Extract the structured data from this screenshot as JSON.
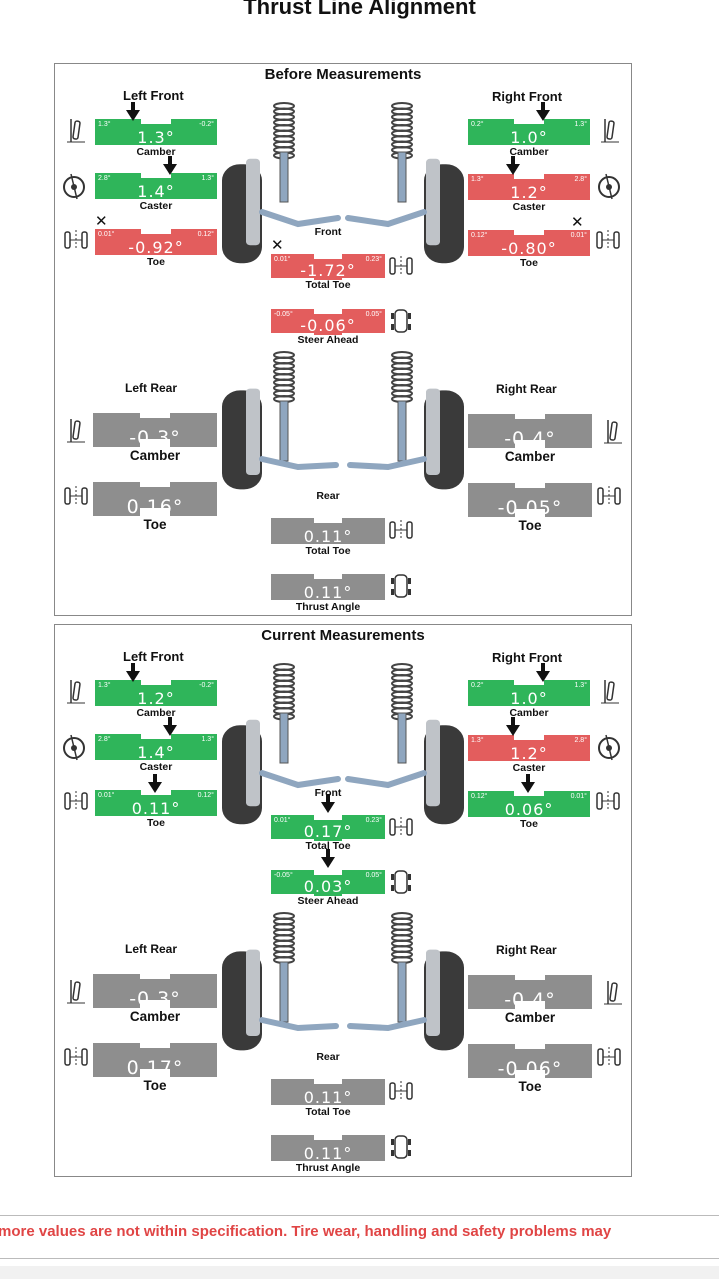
{
  "title": "Thrust Line Alignment",
  "footer_text": "more values are not within specification.  Tire wear, handling and safety problems may",
  "colors": {
    "green": "#2fb55a",
    "red": "#e35d5d",
    "gray": "#8e8e8e"
  },
  "before": {
    "title": "Before Measurements",
    "left_front": "Left Front",
    "right_front": "Right Front",
    "left_rear": "Left Rear",
    "right_rear": "Right Rear",
    "front_label": "Front",
    "rear_label": "Rear",
    "lf_camber": {
      "value": "1.3°",
      "min": "1.3°",
      "max": "-0.2°",
      "label": "Camber",
      "status": "green"
    },
    "lf_caster": {
      "value": "1.4°",
      "min": "2.8°",
      "max": "1.3°",
      "label": "Caster",
      "status": "green"
    },
    "lf_toe": {
      "value": "-0.92°",
      "min": "0.01°",
      "max": "0.12°",
      "label": "Toe",
      "status": "red"
    },
    "rf_camber": {
      "value": "1.0°",
      "min": "0.2°",
      "max": "1.3°",
      "label": "Camber",
      "status": "green"
    },
    "rf_caster": {
      "value": "1.2°",
      "min": "1.3°",
      "max": "2.8°",
      "label": "Caster",
      "status": "red"
    },
    "rf_toe": {
      "value": "-0.80°",
      "min": "0.12°",
      "max": "0.01°",
      "label": "Toe",
      "status": "red"
    },
    "total_toe_front": {
      "value": "-1.72°",
      "min": "0.01°",
      "max": "0.23°",
      "label": "Total Toe",
      "status": "red"
    },
    "steer_ahead": {
      "value": "-0.06°",
      "min": "-0.05°",
      "max": "0.05°",
      "label": "Steer Ahead",
      "status": "red"
    },
    "lr_camber": {
      "value": "-0.3°",
      "label": "Camber",
      "status": "gray"
    },
    "lr_toe": {
      "value": "0.16°",
      "label": "Toe",
      "status": "gray"
    },
    "rr_camber": {
      "value": "-0.4°",
      "label": "Camber",
      "status": "gray"
    },
    "rr_toe": {
      "value": "-0.05°",
      "label": "Toe",
      "status": "gray"
    },
    "total_toe_rear": {
      "value": "0.11°",
      "label": "Total Toe",
      "status": "gray"
    },
    "thrust_angle": {
      "value": "0.11°",
      "label": "Thrust Angle",
      "status": "gray"
    }
  },
  "current": {
    "title": "Current Measurements",
    "left_front": "Left Front",
    "right_front": "Right Front",
    "left_rear": "Left Rear",
    "right_rear": "Right Rear",
    "front_label": "Front",
    "rear_label": "Rear",
    "lf_camber": {
      "value": "1.2°",
      "min": "1.3°",
      "max": "-0.2°",
      "label": "Camber",
      "status": "green"
    },
    "lf_caster": {
      "value": "1.4°",
      "min": "2.8°",
      "max": "1.3°",
      "label": "Caster",
      "status": "green"
    },
    "lf_toe": {
      "value": "0.11°",
      "min": "0.01°",
      "max": "0.12°",
      "label": "Toe",
      "status": "green"
    },
    "rf_camber": {
      "value": "1.0°",
      "min": "0.2°",
      "max": "1.3°",
      "label": "Camber",
      "status": "green"
    },
    "rf_caster": {
      "value": "1.2°",
      "min": "1.3°",
      "max": "2.8°",
      "label": "Caster",
      "status": "red"
    },
    "rf_toe": {
      "value": "0.06°",
      "min": "0.12°",
      "max": "0.01°",
      "label": "Toe",
      "status": "green"
    },
    "total_toe_front": {
      "value": "0.17°",
      "min": "0.01°",
      "max": "0.23°",
      "label": "Total Toe",
      "status": "green"
    },
    "steer_ahead": {
      "value": "0.03°",
      "min": "-0.05°",
      "max": "0.05°",
      "label": "Steer Ahead",
      "status": "green"
    },
    "lr_camber": {
      "value": "-0.3°",
      "label": "Camber",
      "status": "gray"
    },
    "lr_toe": {
      "value": "0.17°",
      "label": "Toe",
      "status": "gray"
    },
    "rr_camber": {
      "value": "-0.4°",
      "label": "Camber",
      "status": "gray"
    },
    "rr_toe": {
      "value": "-0.06°",
      "label": "Toe",
      "status": "gray"
    },
    "total_toe_rear": {
      "value": "0.11°",
      "label": "Total Toe",
      "status": "gray"
    },
    "thrust_angle": {
      "value": "0.11°",
      "label": "Thrust Angle",
      "status": "gray"
    }
  }
}
